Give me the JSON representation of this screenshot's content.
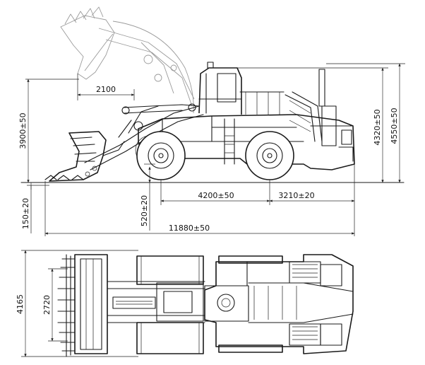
{
  "dimensions": {
    "bucket_raise_length": "2100",
    "dump_height": "3900±50",
    "overall_height_cab": "4320±50",
    "overall_height_exhaust": "4550±50",
    "wheelbase": "4200±50",
    "rear_overhang": "3210±20",
    "ground_clearance": "520±20",
    "dig_depth": "150±20",
    "overall_length": "11880±50",
    "overall_width": "4165",
    "bucket_width": "2720"
  }
}
